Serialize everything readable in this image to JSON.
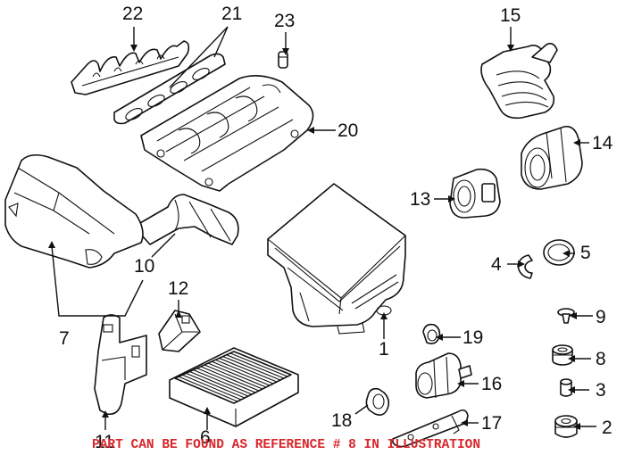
{
  "callouts": {
    "c1": "1",
    "c2": "2",
    "c3": "3",
    "c4": "4",
    "c5": "5",
    "c6": "6",
    "c7": "7",
    "c8": "8",
    "c9": "9",
    "c10": "10",
    "c11": "11",
    "c12": "12",
    "c13": "13",
    "c14": "14",
    "c15": "15",
    "c16": "16",
    "c17": "17",
    "c18": "18",
    "c19": "19",
    "c20": "20",
    "c21": "21",
    "c22": "22",
    "c23": "23"
  },
  "notice": "PART CAN BE FOUND AS REFERENCE # 8 IN ILLUSTRATION",
  "colors": {
    "line": "#111111",
    "notice": "#d8262b",
    "background": "#ffffff"
  }
}
